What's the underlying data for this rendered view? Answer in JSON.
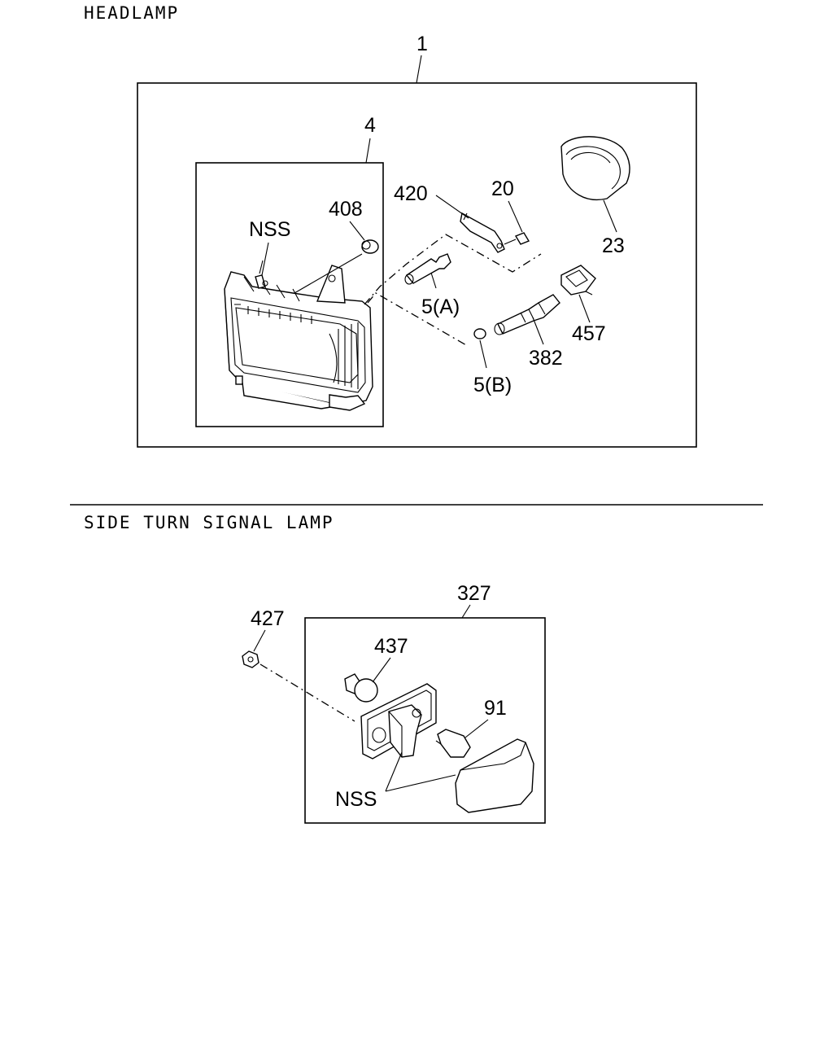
{
  "sections": {
    "headlamp": {
      "title": "HEADLAMP",
      "labels": {
        "assembly": "1",
        "unit": "4",
        "nss": "NSS",
        "cap": "408",
        "bracket": "420",
        "screw": "20",
        "ring": "23",
        "bulb_a": "5(A)",
        "bulb_b": "5(B)",
        "socket": "382",
        "connector": "457"
      }
    },
    "side_turn_signal_lamp": {
      "title": "SIDE TURN SIGNAL LAMP",
      "labels": {
        "assembly": "327",
        "nut": "427",
        "socket": "437",
        "bulb": "91",
        "nss": "NSS"
      }
    }
  },
  "style": {
    "ink": "#000000",
    "background": "#ffffff"
  }
}
